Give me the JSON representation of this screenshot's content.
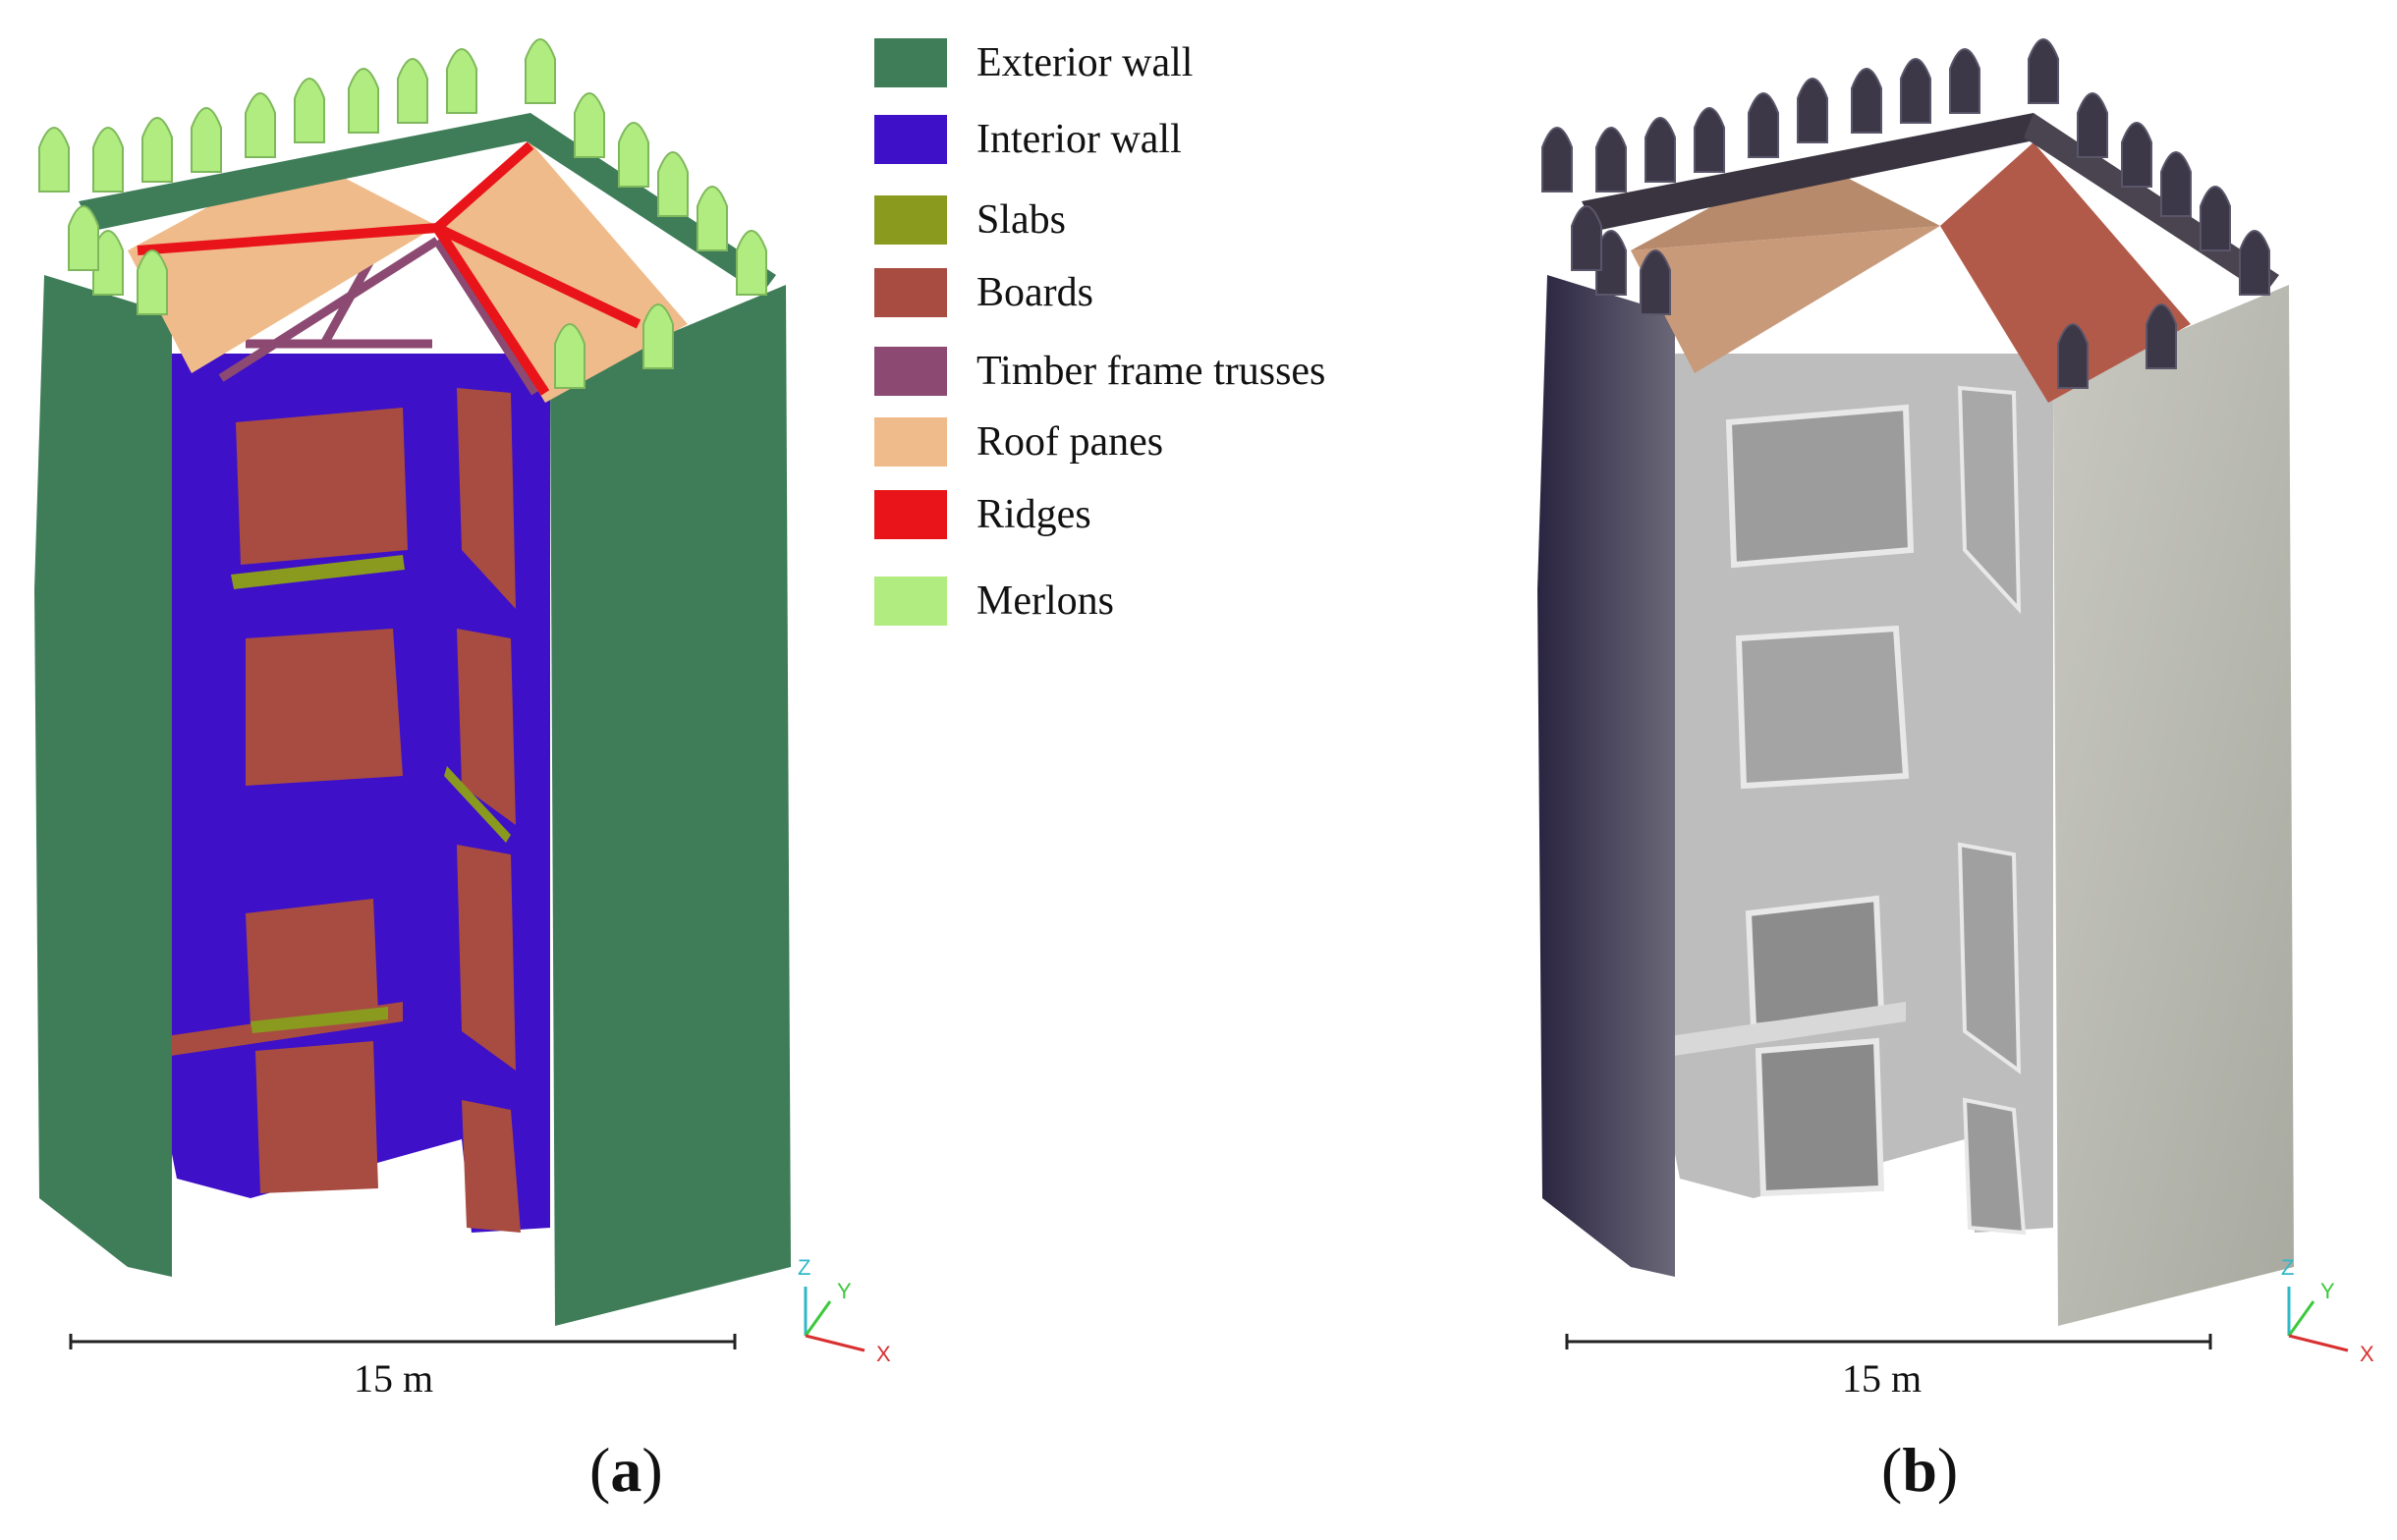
{
  "legend": {
    "items": [
      {
        "label": "Exterior wall",
        "color": "#3e7d58"
      },
      {
        "label": "Interior wall",
        "color": "#3e10c8"
      },
      {
        "label": "Slabs",
        "color": "#8a9a1e"
      },
      {
        "label": "Boards",
        "color": "#a84c42"
      },
      {
        "label": "Timber frame trusses",
        "color": "#8c4a72"
      },
      {
        "label": "Roof panes",
        "color": "#f0bb8a"
      },
      {
        "label": "Ridges",
        "color": "#e8141a"
      },
      {
        "label": "Merlons",
        "color": "#b0ec80"
      }
    ]
  },
  "panel_a": {
    "scale_label": "15 m",
    "label_open": "(",
    "label_letter": "a",
    "label_close": ")",
    "axes": {
      "z": "Z",
      "y": "Y",
      "x": "X"
    }
  },
  "panel_b": {
    "scale_label": "15 m",
    "label_open": "(",
    "label_letter": "b",
    "label_close": ")",
    "axes": {
      "z": "Z",
      "y": "Y",
      "x": "X"
    }
  }
}
